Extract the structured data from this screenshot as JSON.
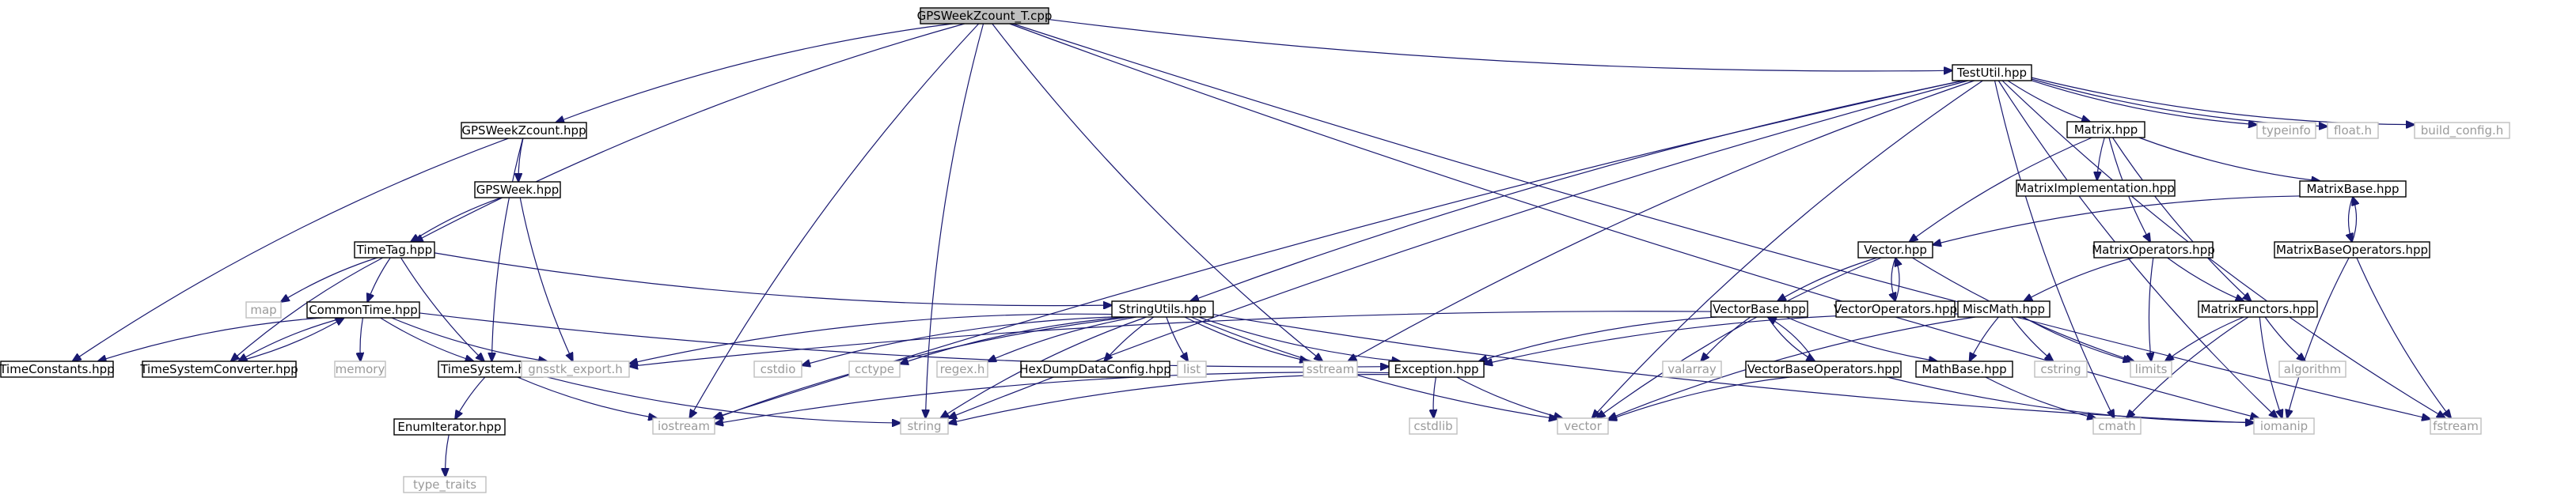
{
  "graph": {
    "nodes": [
      {
        "id": "root",
        "label": "GPSWeekZcount_T.cpp",
        "style": "root"
      },
      {
        "id": "testutil",
        "label": "TestUtil.hpp",
        "style": "normal"
      },
      {
        "id": "gpswz",
        "label": "GPSWeekZcount.hpp",
        "style": "normal"
      },
      {
        "id": "gpsweek",
        "label": "GPSWeek.hpp",
        "style": "normal"
      },
      {
        "id": "timetag",
        "label": "TimeTag.hpp",
        "style": "normal"
      },
      {
        "id": "map",
        "label": "map",
        "style": "external"
      },
      {
        "id": "commontime",
        "label": "CommonTime.hpp",
        "style": "normal"
      },
      {
        "id": "memory",
        "label": "memory",
        "style": "external"
      },
      {
        "id": "timeconst",
        "label": "TimeConstants.hpp",
        "style": "normal"
      },
      {
        "id": "tsconv",
        "label": "TimeSystemConverter.hpp",
        "style": "normal"
      },
      {
        "id": "timesystem",
        "label": "TimeSystem.hpp",
        "style": "normal"
      },
      {
        "id": "gnsstk",
        "label": "gnsstk_export.h",
        "style": "external"
      },
      {
        "id": "enumit",
        "label": "EnumIterator.hpp",
        "style": "normal"
      },
      {
        "id": "typetraits",
        "label": "type_traits",
        "style": "external"
      },
      {
        "id": "iostream",
        "label": "iostream",
        "style": "external"
      },
      {
        "id": "string",
        "label": "string",
        "style": "external"
      },
      {
        "id": "stringutils",
        "label": "StringUtils.hpp",
        "style": "normal"
      },
      {
        "id": "cstdio",
        "label": "cstdio",
        "style": "external"
      },
      {
        "id": "cctype",
        "label": "cctype",
        "style": "external"
      },
      {
        "id": "regex",
        "label": "regex.h",
        "style": "external"
      },
      {
        "id": "hexdump",
        "label": "HexDumpDataConfig.hpp",
        "style": "normal"
      },
      {
        "id": "list",
        "label": "list",
        "style": "external"
      },
      {
        "id": "sstream",
        "label": "sstream",
        "style": "external"
      },
      {
        "id": "exception",
        "label": "Exception.hpp",
        "style": "normal"
      },
      {
        "id": "cstdlib",
        "label": "cstdlib",
        "style": "external"
      },
      {
        "id": "vector",
        "label": "vector",
        "style": "external"
      },
      {
        "id": "matrix",
        "label": "Matrix.hpp",
        "style": "normal"
      },
      {
        "id": "typeinfo",
        "label": "typeinfo",
        "style": "external"
      },
      {
        "id": "floath",
        "label": "float.h",
        "style": "external"
      },
      {
        "id": "buildconf",
        "label": "build_config.h",
        "style": "external"
      },
      {
        "id": "matriximpl",
        "label": "MatrixImplementation.hpp",
        "style": "normal"
      },
      {
        "id": "matrixbase",
        "label": "MatrixBase.hpp",
        "style": "normal"
      },
      {
        "id": "vectorhpp",
        "label": "Vector.hpp",
        "style": "normal"
      },
      {
        "id": "matrixops",
        "label": "MatrixOperators.hpp",
        "style": "normal"
      },
      {
        "id": "mbaseops",
        "label": "MatrixBaseOperators.hpp",
        "style": "normal"
      },
      {
        "id": "vectorbase",
        "label": "VectorBase.hpp",
        "style": "normal"
      },
      {
        "id": "vectorops",
        "label": "VectorOperators.hpp",
        "style": "normal"
      },
      {
        "id": "miscmath",
        "label": "MiscMath.hpp",
        "style": "normal"
      },
      {
        "id": "matrixfunc",
        "label": "MatrixFunctors.hpp",
        "style": "normal"
      },
      {
        "id": "valarray",
        "label": "valarray",
        "style": "external"
      },
      {
        "id": "vbaseops",
        "label": "VectorBaseOperators.hpp",
        "style": "normal"
      },
      {
        "id": "mathbase",
        "label": "MathBase.hpp",
        "style": "normal"
      },
      {
        "id": "cstring",
        "label": "cstring",
        "style": "external"
      },
      {
        "id": "limits",
        "label": "limits",
        "style": "external"
      },
      {
        "id": "algorithm",
        "label": "algorithm",
        "style": "external"
      },
      {
        "id": "cmath",
        "label": "cmath",
        "style": "external"
      },
      {
        "id": "iomanip",
        "label": "iomanip",
        "style": "external"
      },
      {
        "id": "fstream",
        "label": "fstream",
        "style": "external"
      }
    ],
    "edges": [
      [
        "root",
        "testutil"
      ],
      [
        "root",
        "gpswz"
      ],
      [
        "root",
        "timetag"
      ],
      [
        "root",
        "iostream"
      ],
      [
        "root",
        "string"
      ],
      [
        "root",
        "sstream"
      ],
      [
        "root",
        "iomanip"
      ],
      [
        "root",
        "fstream"
      ],
      [
        "testutil",
        "stringutils"
      ],
      [
        "testutil",
        "iostream"
      ],
      [
        "testutil",
        "string"
      ],
      [
        "testutil",
        "sstream"
      ],
      [
        "testutil",
        "vector"
      ],
      [
        "testutil",
        "matrix"
      ],
      [
        "testutil",
        "typeinfo"
      ],
      [
        "testutil",
        "floath"
      ],
      [
        "testutil",
        "buildconf"
      ],
      [
        "testutil",
        "cmath"
      ],
      [
        "testutil",
        "iomanip"
      ],
      [
        "testutil",
        "fstream"
      ],
      [
        "gpswz",
        "gpsweek"
      ],
      [
        "gpswz",
        "timeconst"
      ],
      [
        "gpswz",
        "timesystem"
      ],
      [
        "gpsweek",
        "timetag"
      ],
      [
        "gpsweek",
        "gnsstk"
      ],
      [
        "timetag",
        "map"
      ],
      [
        "timetag",
        "commontime"
      ],
      [
        "timetag",
        "tsconv"
      ],
      [
        "timetag",
        "timesystem"
      ],
      [
        "timetag",
        "stringutils"
      ],
      [
        "commontime",
        "memory"
      ],
      [
        "commontime",
        "timeconst"
      ],
      [
        "commontime",
        "tsconv"
      ],
      [
        "commontime",
        "timesystem"
      ],
      [
        "commontime",
        "gnsstk"
      ],
      [
        "commontime",
        "exception"
      ],
      [
        "tsconv",
        "commontime"
      ],
      [
        "timesystem",
        "enumit"
      ],
      [
        "timesystem",
        "iostream"
      ],
      [
        "timesystem",
        "string"
      ],
      [
        "enumit",
        "typetraits"
      ],
      [
        "stringutils",
        "cstdio"
      ],
      [
        "stringutils",
        "cctype"
      ],
      [
        "stringutils",
        "regex"
      ],
      [
        "stringutils",
        "hexdump"
      ],
      [
        "stringutils",
        "list"
      ],
      [
        "stringutils",
        "sstream"
      ],
      [
        "stringutils",
        "string"
      ],
      [
        "stringutils",
        "vector"
      ],
      [
        "stringutils",
        "exception"
      ],
      [
        "stringutils",
        "iostream"
      ],
      [
        "stringutils",
        "iomanip"
      ],
      [
        "stringutils",
        "gnsstk"
      ],
      [
        "exception",
        "cstdlib"
      ],
      [
        "exception",
        "vector"
      ],
      [
        "exception",
        "string"
      ],
      [
        "exception",
        "iostream"
      ],
      [
        "matrix",
        "matriximpl"
      ],
      [
        "matrix",
        "matrixbase"
      ],
      [
        "matrix",
        "vectorhpp"
      ],
      [
        "matrix",
        "matrixops"
      ],
      [
        "matrix",
        "matrixfunc"
      ],
      [
        "matrixbase",
        "mbaseops"
      ],
      [
        "matrixbase",
        "vectorhpp"
      ],
      [
        "mbaseops",
        "matrixbase"
      ],
      [
        "mbaseops",
        "iomanip"
      ],
      [
        "mbaseops",
        "fstream"
      ],
      [
        "vectorhpp",
        "vectorbase"
      ],
      [
        "vectorhpp",
        "vectorops"
      ],
      [
        "vectorhpp",
        "vector"
      ],
      [
        "vectorhpp",
        "limits"
      ],
      [
        "vectorops",
        "vectorhpp"
      ],
      [
        "vectorbase",
        "valarray"
      ],
      [
        "vectorbase",
        "exception"
      ],
      [
        "vectorbase",
        "vbaseops"
      ],
      [
        "vectorbase",
        "mathbase"
      ],
      [
        "vectorbase",
        "gnsstk"
      ],
      [
        "vbaseops",
        "vectorbase"
      ],
      [
        "vbaseops",
        "vector"
      ],
      [
        "vbaseops",
        "iomanip"
      ],
      [
        "matrixops",
        "miscmath"
      ],
      [
        "matrixops",
        "matrixfunc"
      ],
      [
        "matrixops",
        "limits"
      ],
      [
        "miscmath",
        "mathbase"
      ],
      [
        "miscmath",
        "cstring"
      ],
      [
        "miscmath",
        "limits"
      ],
      [
        "miscmath",
        "exception"
      ],
      [
        "miscmath",
        "vector"
      ],
      [
        "mathbase",
        "cmath"
      ],
      [
        "matrixfunc",
        "limits"
      ],
      [
        "matrixfunc",
        "algorithm"
      ],
      [
        "matrixfunc",
        "cmath"
      ],
      [
        "matrixfunc",
        "iomanip"
      ]
    ],
    "colors": {
      "edge": "#191970",
      "node_border": "#000000",
      "external_border": "#bfbfbf",
      "external_text": "#9a9a9a",
      "root_fill": "#bfbfbf",
      "node_fill": "#ffffff",
      "text": "#000000"
    }
  }
}
